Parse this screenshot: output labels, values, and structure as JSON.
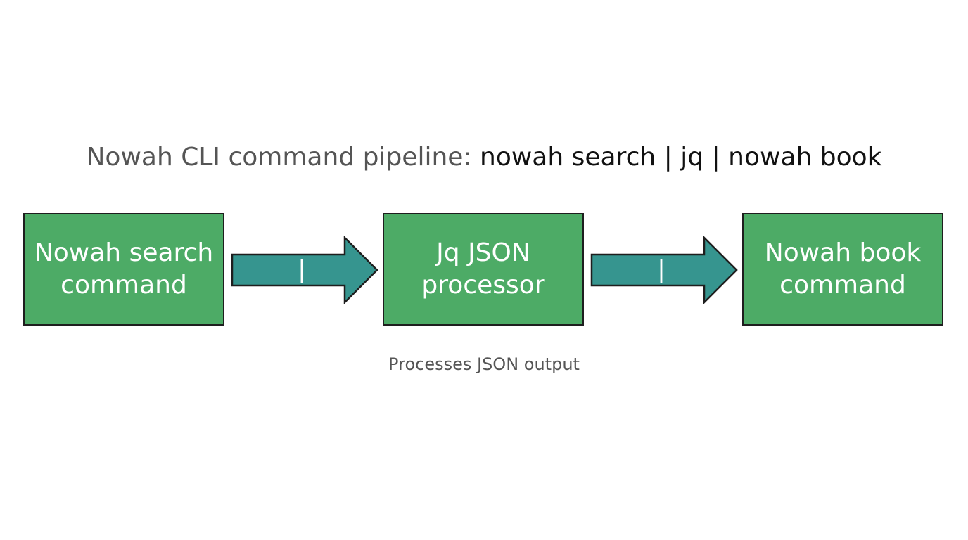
{
  "title": {
    "prefix": "Nowah CLI command pipeline:",
    "cmd_1": "nowah search",
    "separator": "|",
    "cmd_2": "jq",
    "cmd_3": "nowah book"
  },
  "nodes": [
    {
      "line1": "Nowah search",
      "line2": "command"
    },
    {
      "line1": "Jq JSON",
      "line2": "processor"
    },
    {
      "line1": "Nowah book",
      "line2": "command"
    }
  ],
  "arrows": [
    {
      "label": "|"
    },
    {
      "label": "|"
    }
  ],
  "caption": "Processes JSON output",
  "colors": {
    "node_fill": "#4dab66",
    "node_border": "#1e1e1e",
    "arrow_fill": "#36958f",
    "arrow_border": "#1e1e1e"
  }
}
